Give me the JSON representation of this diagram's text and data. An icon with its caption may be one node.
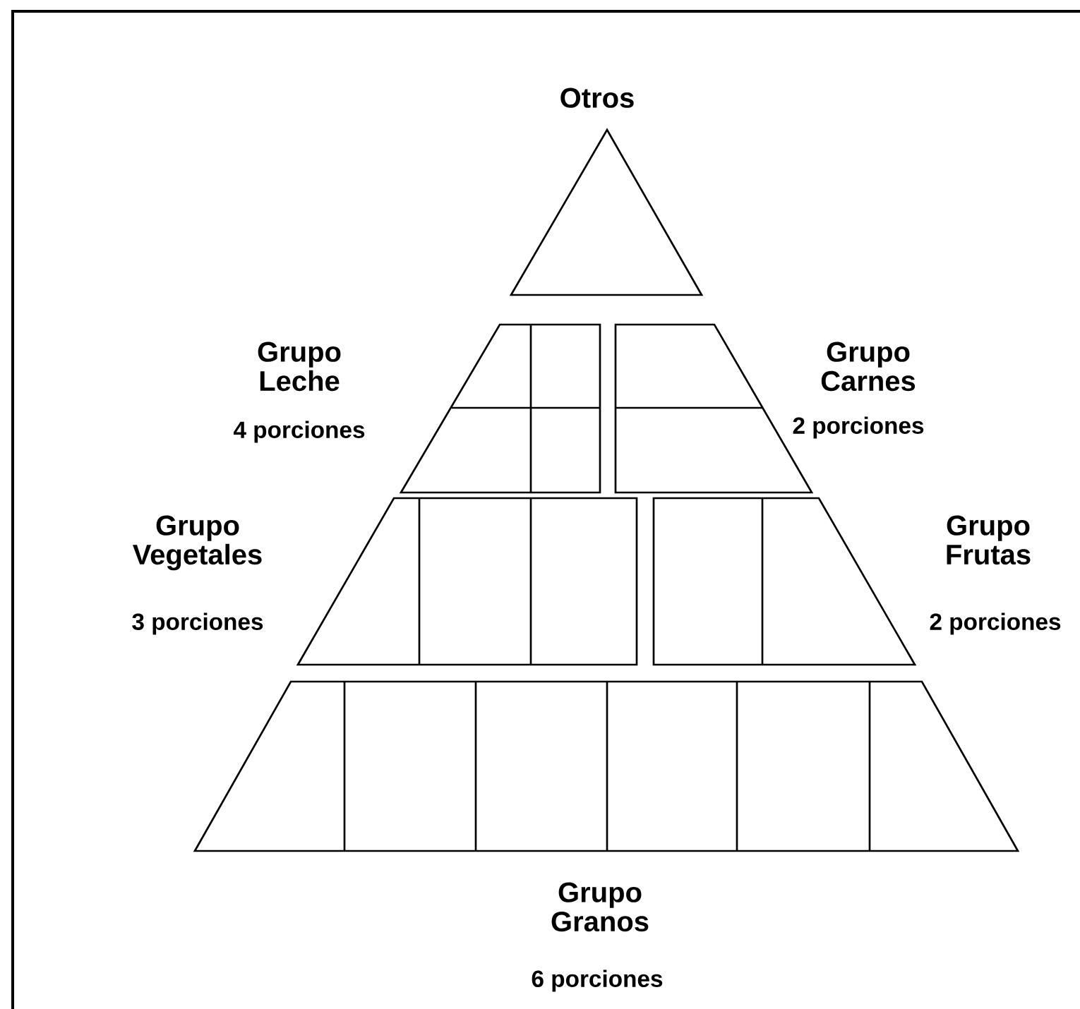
{
  "diagram": {
    "nodes": [
      {
        "text": [
          "Otros"
        ]
      },
      {
        "text": [
          "Grupo Leche"
        ],
        "beside": [
          "4 porciones"
        ]
      },
      {
        "text": [
          "Grupo Carnes"
        ],
        "beside": [
          "2 porciones"
        ]
      },
      {
        "text": [
          "Grupo Vegetales"
        ],
        "beside": [
          "3 porciones"
        ]
      },
      {
        "text": [
          "Grupo Frutas"
        ],
        "beside": [
          "2 porciones"
        ]
      },
      {
        "text": [
          "Grupo Granos",
          "6 porciones"
        ]
      }
    ]
  }
}
